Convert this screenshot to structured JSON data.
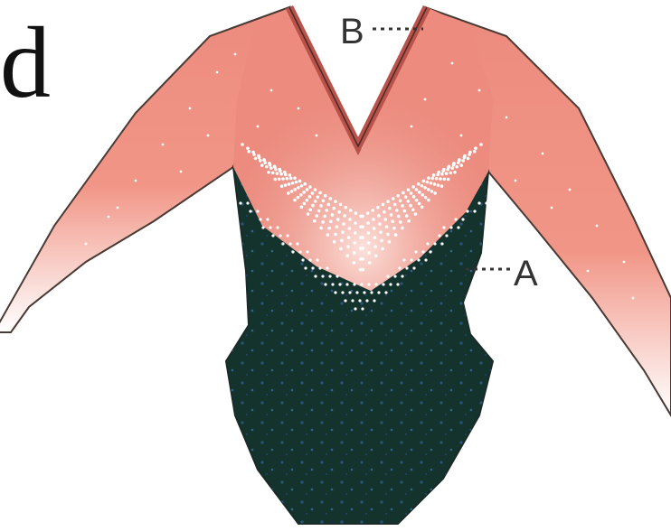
{
  "corner_text": "d",
  "labels": {
    "a": "A",
    "b": "B"
  },
  "colors": {
    "salmon": "#ec8b7e",
    "salmon_light": "#f7b5aa",
    "dark_green": "#14332d",
    "trim": "#b8524a",
    "outline": "#4a3a35",
    "label": "#333333"
  }
}
